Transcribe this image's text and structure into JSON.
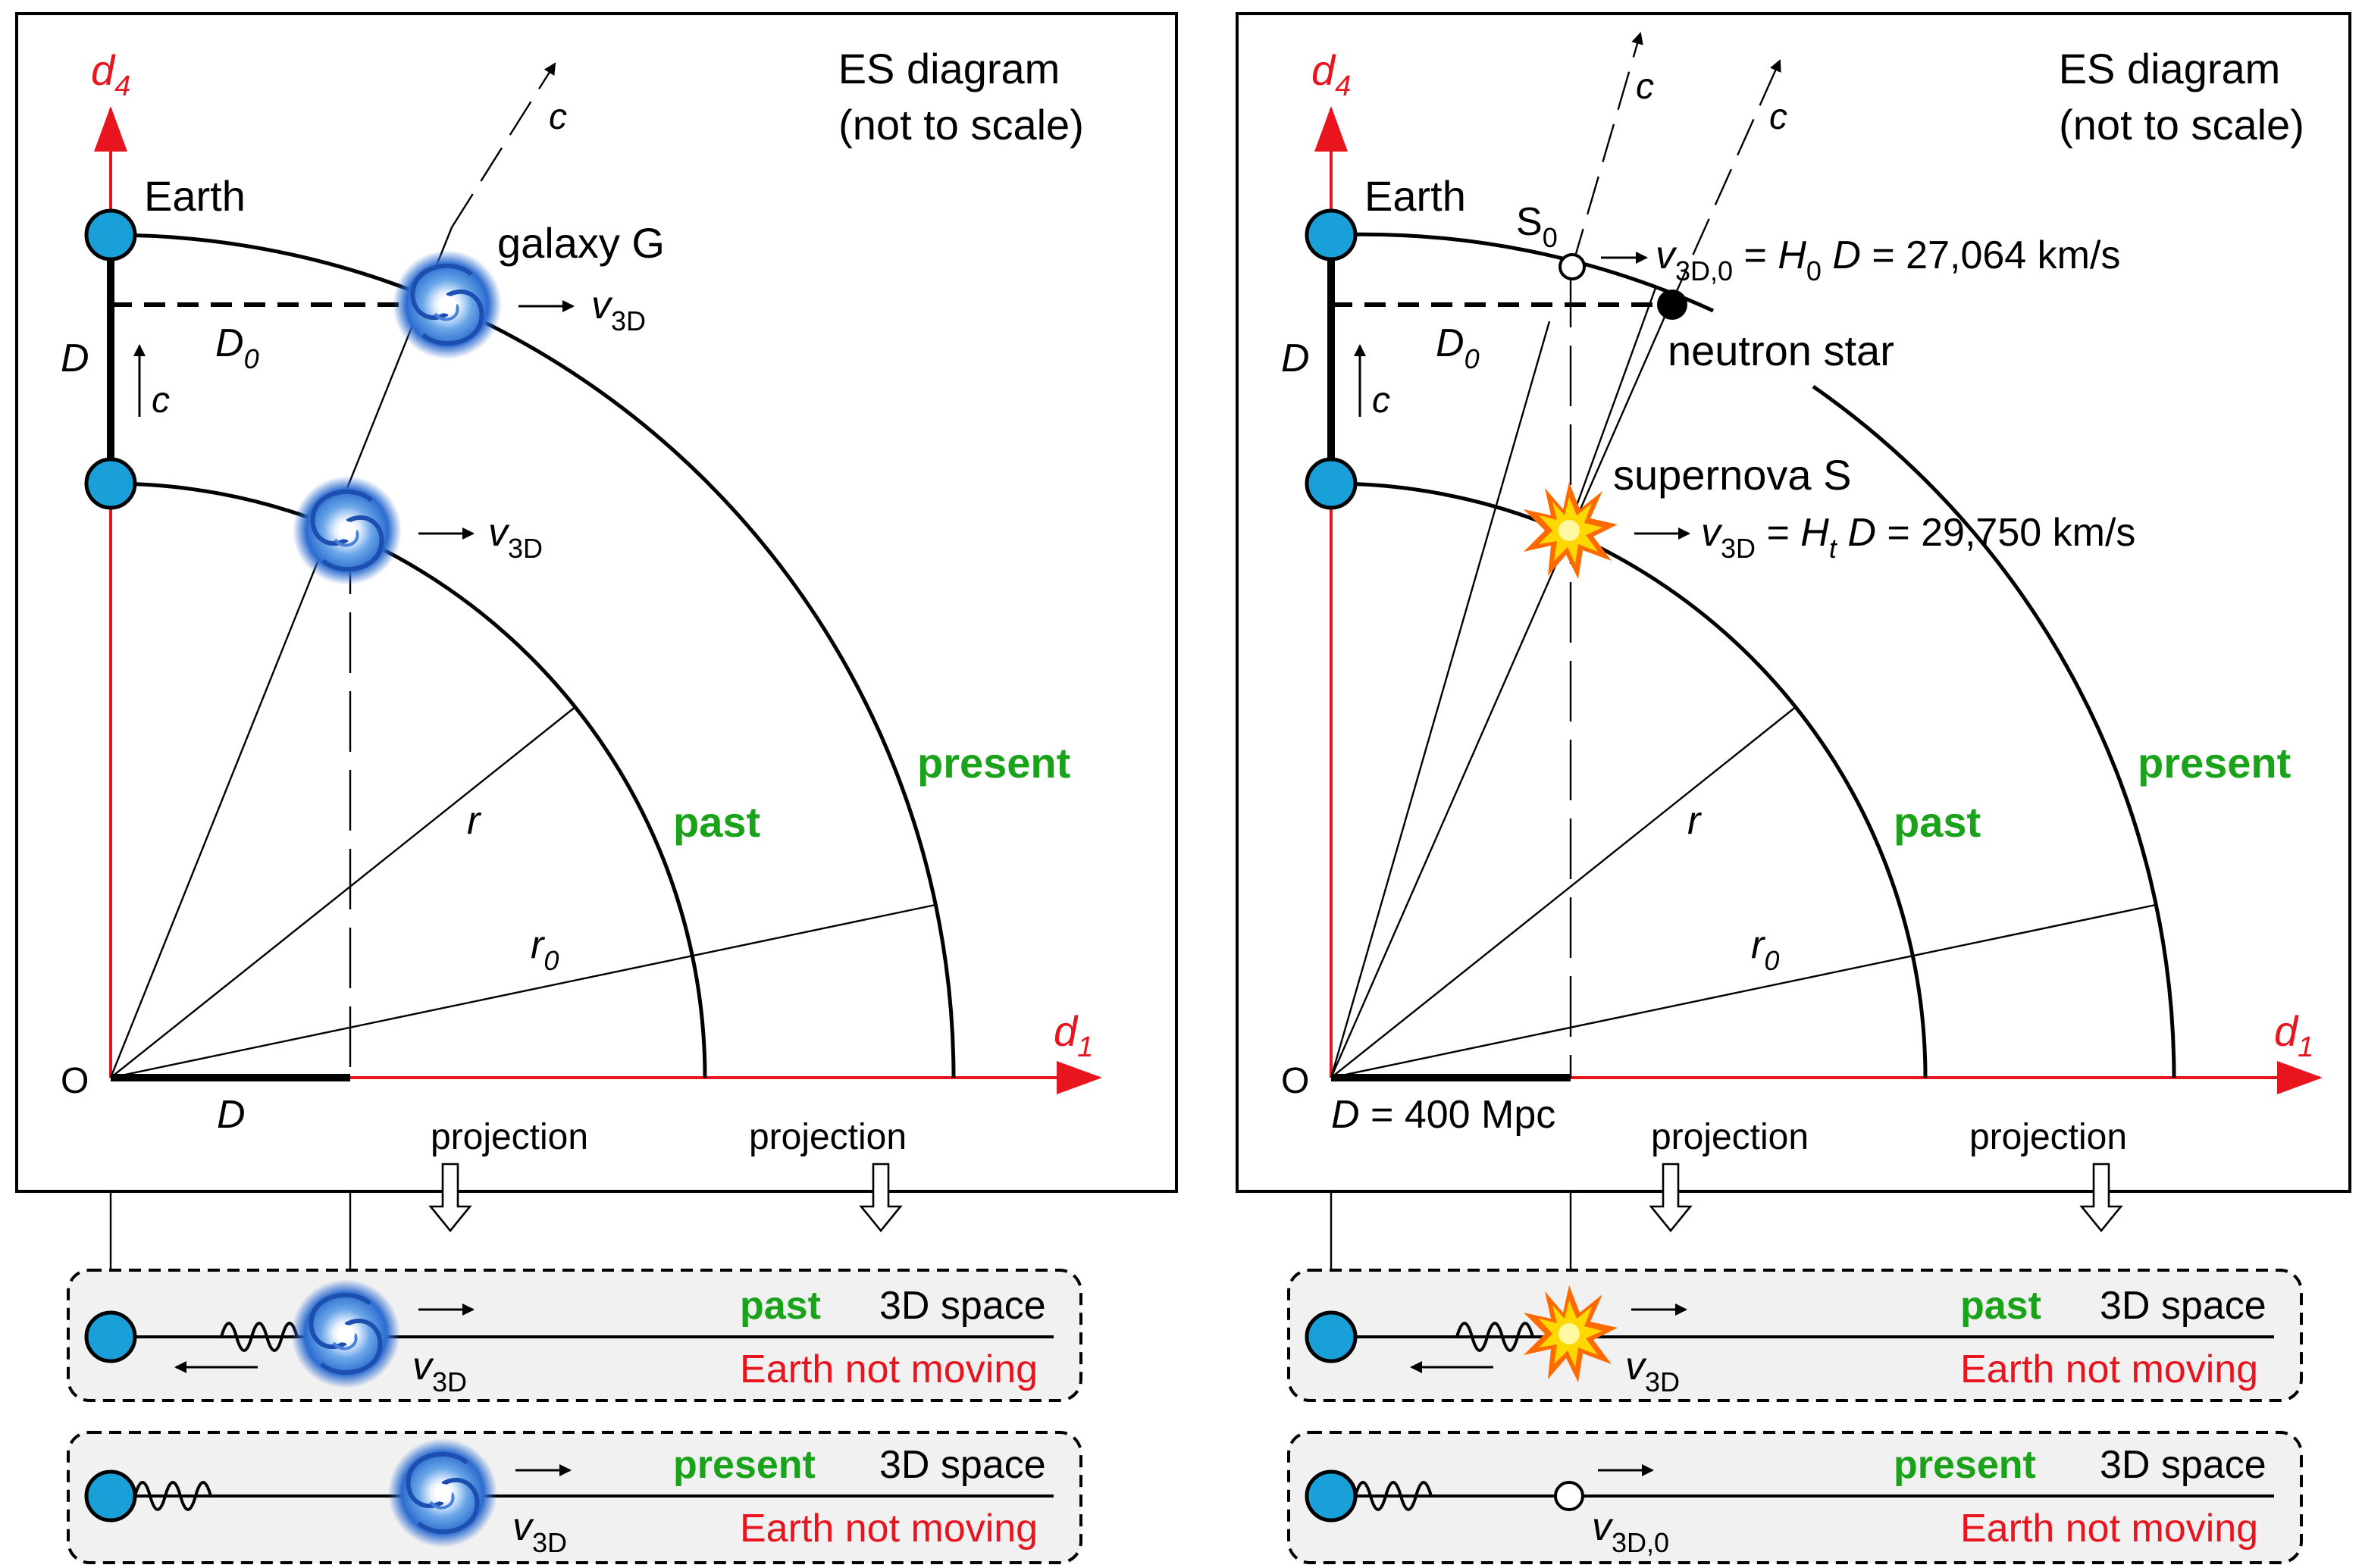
{
  "left": {
    "title1": "ES diagram",
    "title2": "(not to scale)",
    "axis_d": "d",
    "axis4_sub": "4",
    "axis1_sub": "1",
    "origin": "O",
    "earth": "Earth",
    "galaxy_label": "galaxy G",
    "v": "v",
    "v_sub": "3D",
    "D": "D",
    "D0_main": "D",
    "D0_sub": "0",
    "c": "c",
    "r": "r",
    "r0_main": "r",
    "r0_sub": "0",
    "past": "past",
    "present": "present",
    "projection": "projection",
    "D_bottom": "D",
    "box_past": {
      "state": "past",
      "space": "3D space",
      "status": "Earth not moving",
      "v_main": "v",
      "v_sub": "3D"
    },
    "box_present": {
      "state": "present",
      "space": "3D space",
      "status": "Earth not moving",
      "v_main": "v",
      "v_sub": "3D"
    }
  },
  "right": {
    "title1": "ES diagram",
    "title2": "(not to scale)",
    "axis_d": "d",
    "axis4_sub": "4",
    "axis1_sub": "1",
    "origin": "O",
    "earth": "Earth",
    "s0_main": "S",
    "s0_sub": "0",
    "eq1": {
      "v": "v",
      "v_sub": "3D,0",
      "eq": " = ",
      "H": "H",
      "H_sub": "0",
      "D": " D",
      "value": " = 27,064 km/s"
    },
    "neutron_star": "neutron star",
    "supernova": "supernova S",
    "eq2": {
      "v": "v",
      "v_sub": "3D",
      "eq": " = ",
      "H": "H",
      "H_sub": "t",
      "D": " D",
      "value": " = 29,750 km/s"
    },
    "D": "D",
    "D0_main": "D",
    "D0_sub": "0",
    "c": "c",
    "r": "r",
    "r0_main": "r",
    "r0_sub": "0",
    "past": "past",
    "present": "present",
    "projection": "projection",
    "D_bottom_main": "D",
    "D_bottom_value": " = 400 Mpc",
    "box_past": {
      "state": "past",
      "space": "3D space",
      "status": "Earth not moving",
      "v_main": "v",
      "v_sub": "3D"
    },
    "box_present": {
      "state": "present",
      "space": "3D space",
      "status": "Earth not moving",
      "v_main": "v",
      "v_sub": "3D,0"
    }
  },
  "colors": {
    "axis": "#e8151f",
    "green": "#1aa31a",
    "earth": "#1aa0d8",
    "red_text": "#e8151f"
  },
  "icons": [
    "galaxy-icon",
    "supernova-icon",
    "neutron-star-icon",
    "earth-icon",
    "wave-icon",
    "arrow-icon"
  ]
}
